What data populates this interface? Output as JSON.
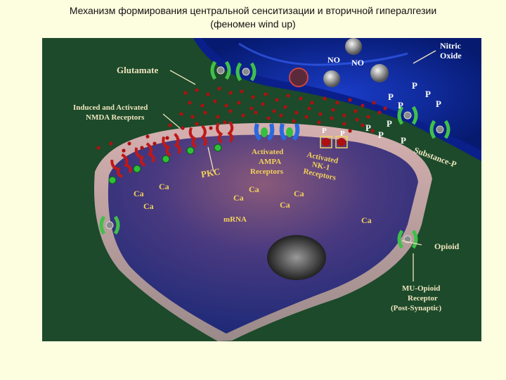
{
  "title": {
    "line1": "Механизм формирования центральной сенситизации и  вторичной гипералгезии",
    "line2": "(феномен wind up)"
  },
  "diagram": {
    "labels": {
      "glutamate": "Glutamate",
      "nmda_line1": "Induced and Activated",
      "nmda_line2": "NMDA Receptors",
      "nitric_oxide_line1": "Nitric",
      "nitric_oxide_line2": "Oxide",
      "no_1": "NO",
      "no_2": "NO",
      "pkc": "PKC",
      "ampa_line1": "Activated",
      "ampa_line2": "AMPA",
      "ampa_line3": "Receptors",
      "nk1_line1": "Activated",
      "nk1_line2": "NK-1",
      "nk1_line3": "Receptors",
      "substance_p": "Substance-P",
      "mrna": "mRNA",
      "opioid": "Opioid",
      "mu_line1": "MU-Opioid",
      "mu_line2": "Receptor",
      "mu_line3": "(Post-Synaptic)",
      "ca": "Ca",
      "p": "P"
    },
    "colors": {
      "background": "#fdfde0",
      "panel": "#1c4a2a",
      "membrane": "#b9a0a0",
      "cell_inner": "#2a2a7a",
      "presynaptic": "#0a1f8a",
      "glutamate_dot": "#b01010",
      "receptor_green": "#3fc04a",
      "label_cream": "#f0e4c0",
      "label_yellow": "#f2d15a"
    },
    "icons": [
      "glutamate-dot",
      "nmda-receptor",
      "ampa-receptor",
      "nk1-receptor",
      "opioid-receptor",
      "nitric-oxide-sphere",
      "nucleus"
    ]
  }
}
